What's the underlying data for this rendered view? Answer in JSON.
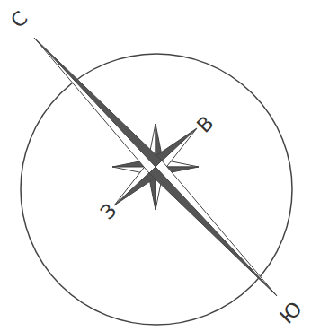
{
  "diagram": {
    "labels": [
      "С",
      "В",
      "З",
      "Ю"
    ]
  }
}
